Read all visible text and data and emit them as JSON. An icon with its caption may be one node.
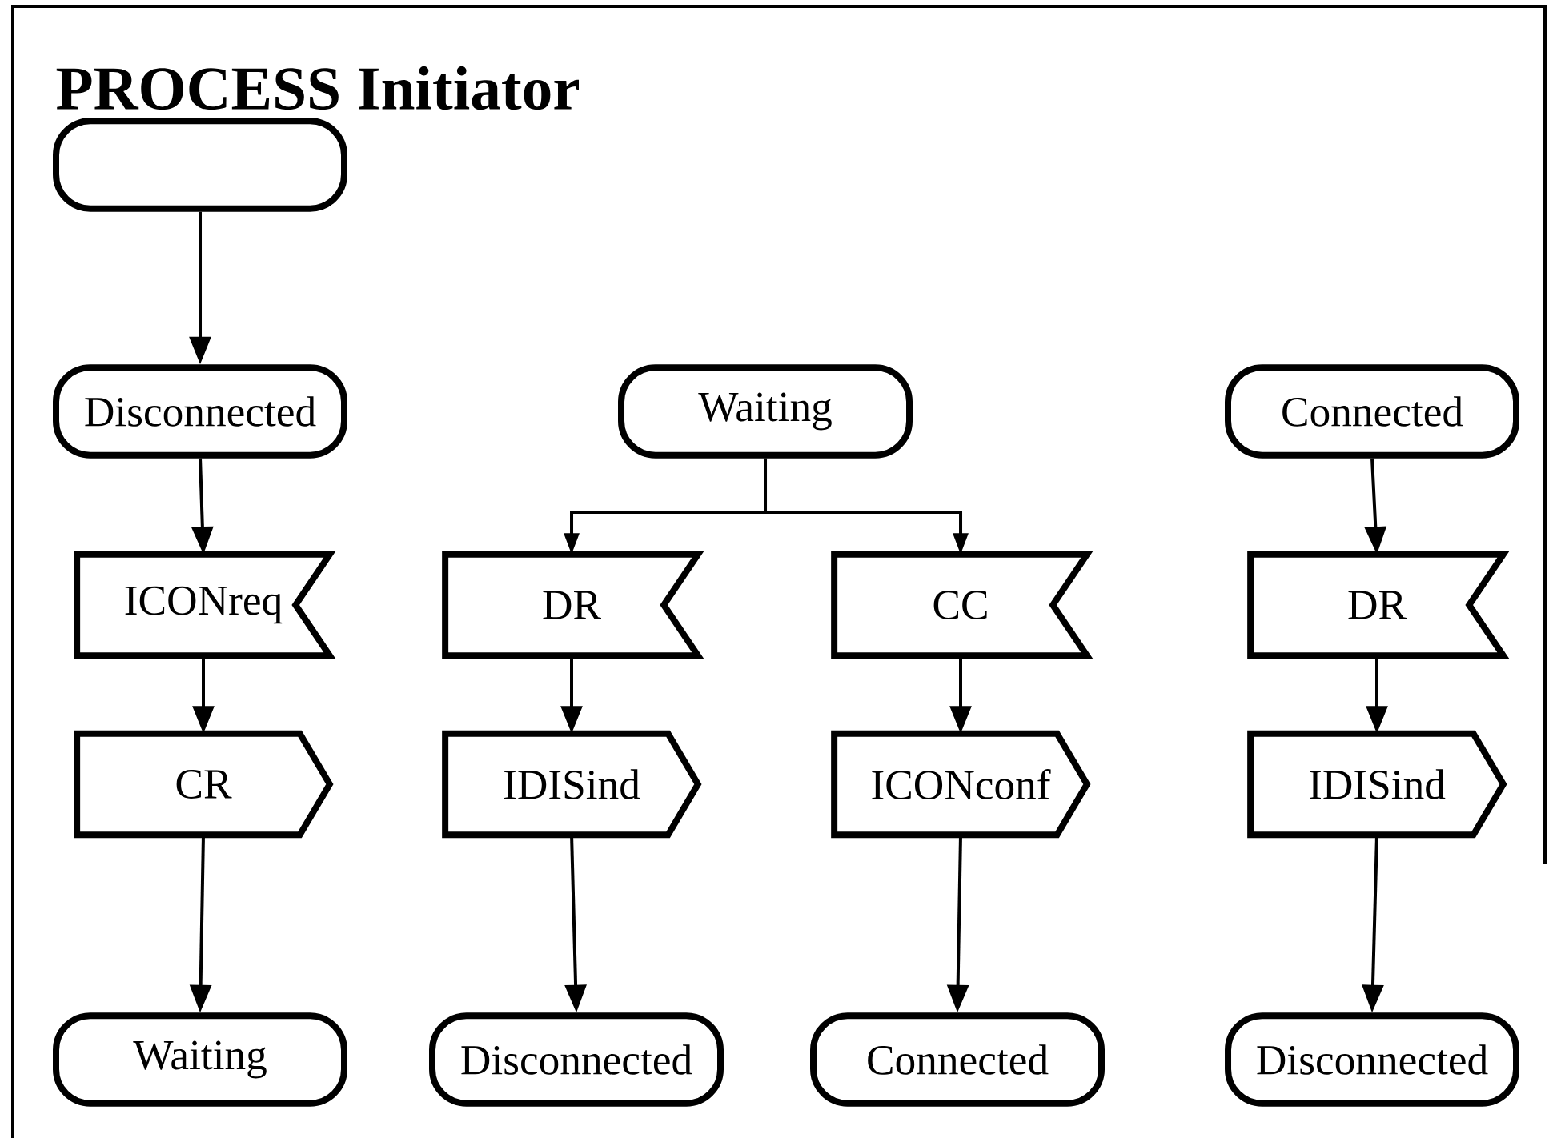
{
  "diagram": {
    "title": "PROCESS Initiator",
    "nodes": [
      {
        "text": [],
        "shape": "stadium"
      },
      {
        "text": [
          "Disconnected"
        ]
      },
      {
        "text": [
          "ICONreq"
        ]
      },
      {
        "text": [
          "CR"
        ]
      },
      {
        "text": [
          "Waiting"
        ]
      },
      {
        "text": [
          "Waiting"
        ]
      },
      {
        "text": [
          "DR"
        ]
      },
      {
        "text": [
          "CC"
        ]
      },
      {
        "text": [
          "IDISind"
        ]
      },
      {
        "text": [
          "ICONconf"
        ]
      },
      {
        "text": [
          "Disconnected"
        ]
      },
      {
        "text": [
          "Connected"
        ]
      },
      {
        "text": [
          "Connected"
        ]
      },
      {
        "text": [
          "DR"
        ]
      },
      {
        "text": [
          "IDISind"
        ]
      },
      {
        "text": [
          "Disconnected"
        ]
      }
    ],
    "edges": [
      {
        "from": 0,
        "to": 1,
        "arrow": "to"
      },
      {
        "from": 1,
        "to": 2,
        "arrow": "to"
      },
      {
        "from": 2,
        "to": 3,
        "arrow": "to"
      },
      {
        "from": 3,
        "to": 4,
        "arrow": "to"
      },
      {
        "from": 5,
        "to": 6,
        "arrow": "to"
      },
      {
        "from": 5,
        "to": 7,
        "arrow": "to"
      },
      {
        "from": 6,
        "to": 8,
        "arrow": "to"
      },
      {
        "from": 8,
        "to": 10,
        "arrow": "to"
      },
      {
        "from": 7,
        "to": 9,
        "arrow": "to"
      },
      {
        "from": 9,
        "to": 11,
        "arrow": "to"
      },
      {
        "from": 12,
        "to": 13,
        "arrow": "to"
      },
      {
        "from": 13,
        "to": 14,
        "arrow": "to"
      },
      {
        "from": 14,
        "to": 15,
        "arrow": "to"
      }
    ]
  }
}
